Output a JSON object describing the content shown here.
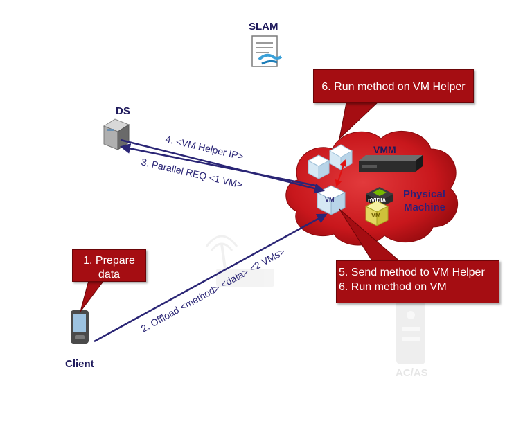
{
  "nodes": {
    "slam": "SLAM",
    "ds": "DS",
    "client": "Client",
    "acas": "AC/AS",
    "vmm": "VMM",
    "physical_machine_line1": "Physical",
    "physical_machine_line2": "Machine",
    "nvidia": "nVIDIA",
    "vm": "VM"
  },
  "edges": {
    "offload": "2. Offload <method> <data> <2 VMs>",
    "parallel_req": "3. Parallel REQ <1 VM>",
    "vm_helper_ip": "4. <VM Helper IP>"
  },
  "callouts": {
    "prepare_line1": "1. Prepare",
    "prepare_line2": "data",
    "run_helper": "6. Run method on VM Helper",
    "send_line1": "5. Send method to VM Helper",
    "send_line2": "6. Run method on VM"
  },
  "colors": {
    "callout_fill": "#a50d12",
    "cloud_fill": "#c8171c",
    "arrow": "#2a2575",
    "label": "#1f1a5c"
  }
}
